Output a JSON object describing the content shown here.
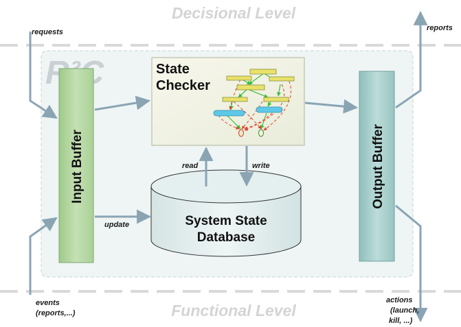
{
  "levels": {
    "top": "Decisional Level",
    "bottom": "Functional Level"
  },
  "system_name": "R²C",
  "blocks": {
    "input_buffer": "Input Buffer",
    "output_buffer": "Output Buffer",
    "state_checker_line1": "State",
    "state_checker_line2": "Checker",
    "database_line1": "System State",
    "database_line2": "Database"
  },
  "flows": {
    "requests": "requests",
    "reports": "reports",
    "events_line1": "events",
    "events_line2": "(reports,...)",
    "actions_line1": "actions",
    "actions_line2": "(launch,",
    "actions_line3": "kill, ...)",
    "update": "update",
    "read": "read",
    "write": "write"
  },
  "colors": {
    "arrow": "#8aa4b4",
    "input_buffer": "#b7d6a6",
    "output_buffer": "#a8cbc9",
    "panel_bg": "#f0f6f5",
    "level_text": "#d4d4d4"
  }
}
